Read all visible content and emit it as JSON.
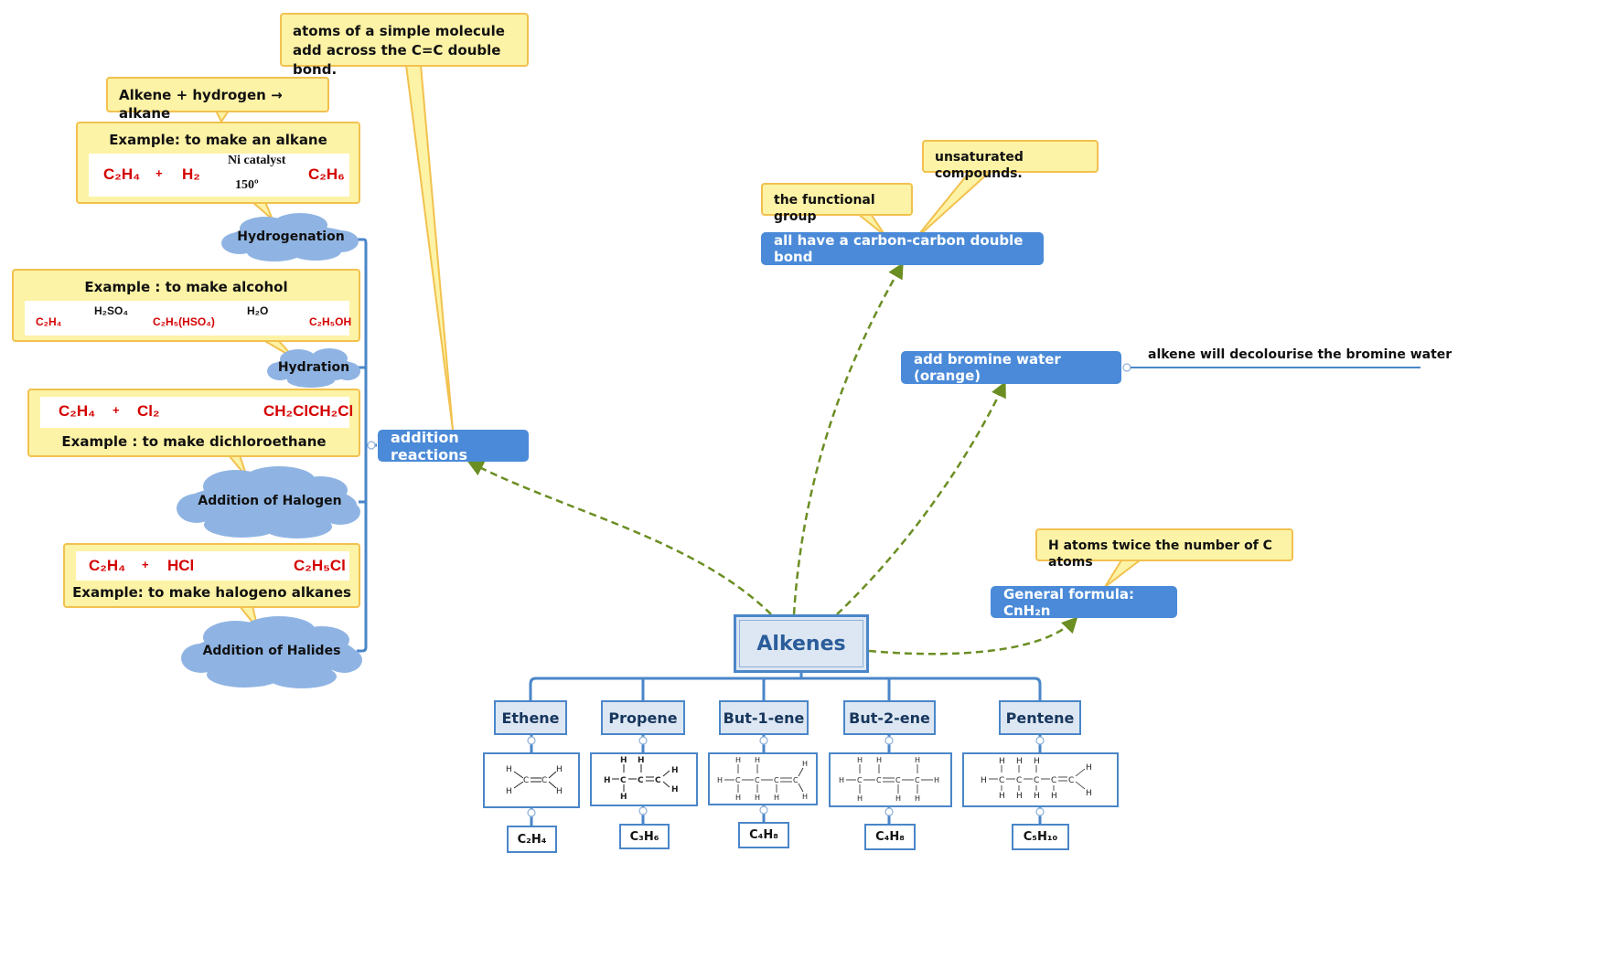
{
  "root": {
    "label": "Alkenes"
  },
  "top_note": {
    "line1": "atoms of a simple molecule",
    "line2": "add across the C=C double bond."
  },
  "hydrogenation": {
    "cloud": "Hydrogenation",
    "callout_word": "Alkene + hydrogen → alkane",
    "example_title": "Example: to make an alkane",
    "eq": {
      "r1": "C₂H₄",
      "plus": "+",
      "r2": "H₂",
      "catalyst": "Ni catalyst",
      "temp": "150º",
      "p": "C₂H₆"
    }
  },
  "hydration": {
    "cloud": "Hydration",
    "example_title": "Example : to make alcohol",
    "eq": {
      "r1": "C₂H₄",
      "a1": "H₂SO₄",
      "mid": "C₂H₅(HSO₄)",
      "a2": "H₂O",
      "p": "C₂H₅OH"
    }
  },
  "halogen": {
    "cloud": "Addition of Halogen",
    "example_title": "Example : to make dichloroethane",
    "eq": {
      "r1": "C₂H₄",
      "plus": "+",
      "r2": "Cl₂",
      "p": "CH₂ClCH₂Cl"
    }
  },
  "halides": {
    "cloud": "Addition of Halides",
    "example_title": "Example: to make halogeno alkanes",
    "eq": {
      "r1": "C₂H₄",
      "plus": "+",
      "r2": "HCl",
      "p": "C₂H₅Cl"
    }
  },
  "addition_reactions": {
    "label": "addition reactions"
  },
  "double_bond": {
    "label": "all have a carbon-carbon double bond",
    "callout1": "the functional group",
    "callout2": "unsaturated compounds."
  },
  "bromine": {
    "label": "add bromine water  (orange)",
    "note": "alkene will decolourise the bromine water"
  },
  "general": {
    "label": "General formula: CnH₂n",
    "callout": "H atoms twice the number of C atoms"
  },
  "alkenes": [
    {
      "name": "Ethene",
      "formula": "C₂H₄"
    },
    {
      "name": "Propene",
      "formula": "C₃H₆"
    },
    {
      "name": "But-1-ene",
      "formula": "C₄H₈"
    },
    {
      "name": "But-2-ene",
      "formula": "C₄H₈"
    },
    {
      "name": "Pentene",
      "formula": "C₅H₁₀"
    }
  ],
  "colors": {
    "node_blue": "#4a8ad8",
    "callout_yellow": "#fdf3a6",
    "cloud": "#8fb4e3",
    "arrow_green": "#6b8e23",
    "reactant_red": "#d40000"
  }
}
